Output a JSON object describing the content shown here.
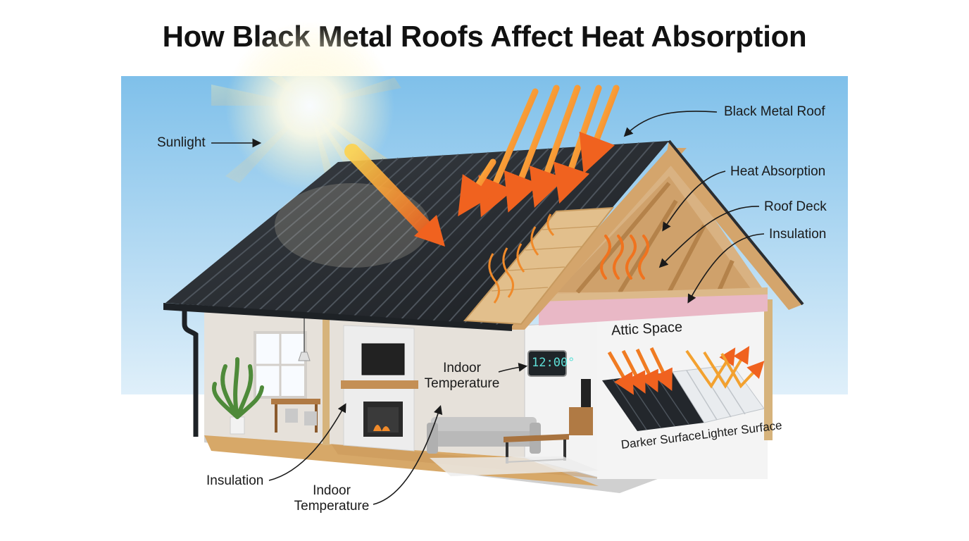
{
  "title": "How Black Metal Roofs Affect Heat Absorption",
  "labels": {
    "sunlight": "Sunlight",
    "black_metal_roof": "Black Metal Roof",
    "heat_absorption": "Heat Absorption",
    "roof_deck": "Roof Deck",
    "insulation_attic": "Insulation",
    "attic_space": "Attic Space",
    "indoor_temperature_wall_line1": "Indoor",
    "indoor_temperature_wall_line2": "Temperature",
    "clock_display": "12:00°",
    "insulation_bottom": "Insulation",
    "indoor_temperature_bottom_line1": "Indoor",
    "indoor_temperature_bottom_line2": "Temperature",
    "darker_surface": "Darker Surface",
    "lighter_surface": "Lighter Surface"
  },
  "colors": {
    "roof": "#22262b",
    "wood": "#e2bf8c",
    "insulation": "#e9b8c6",
    "heat_arrow": "#f07b22",
    "sky": "#9fd0ee"
  }
}
